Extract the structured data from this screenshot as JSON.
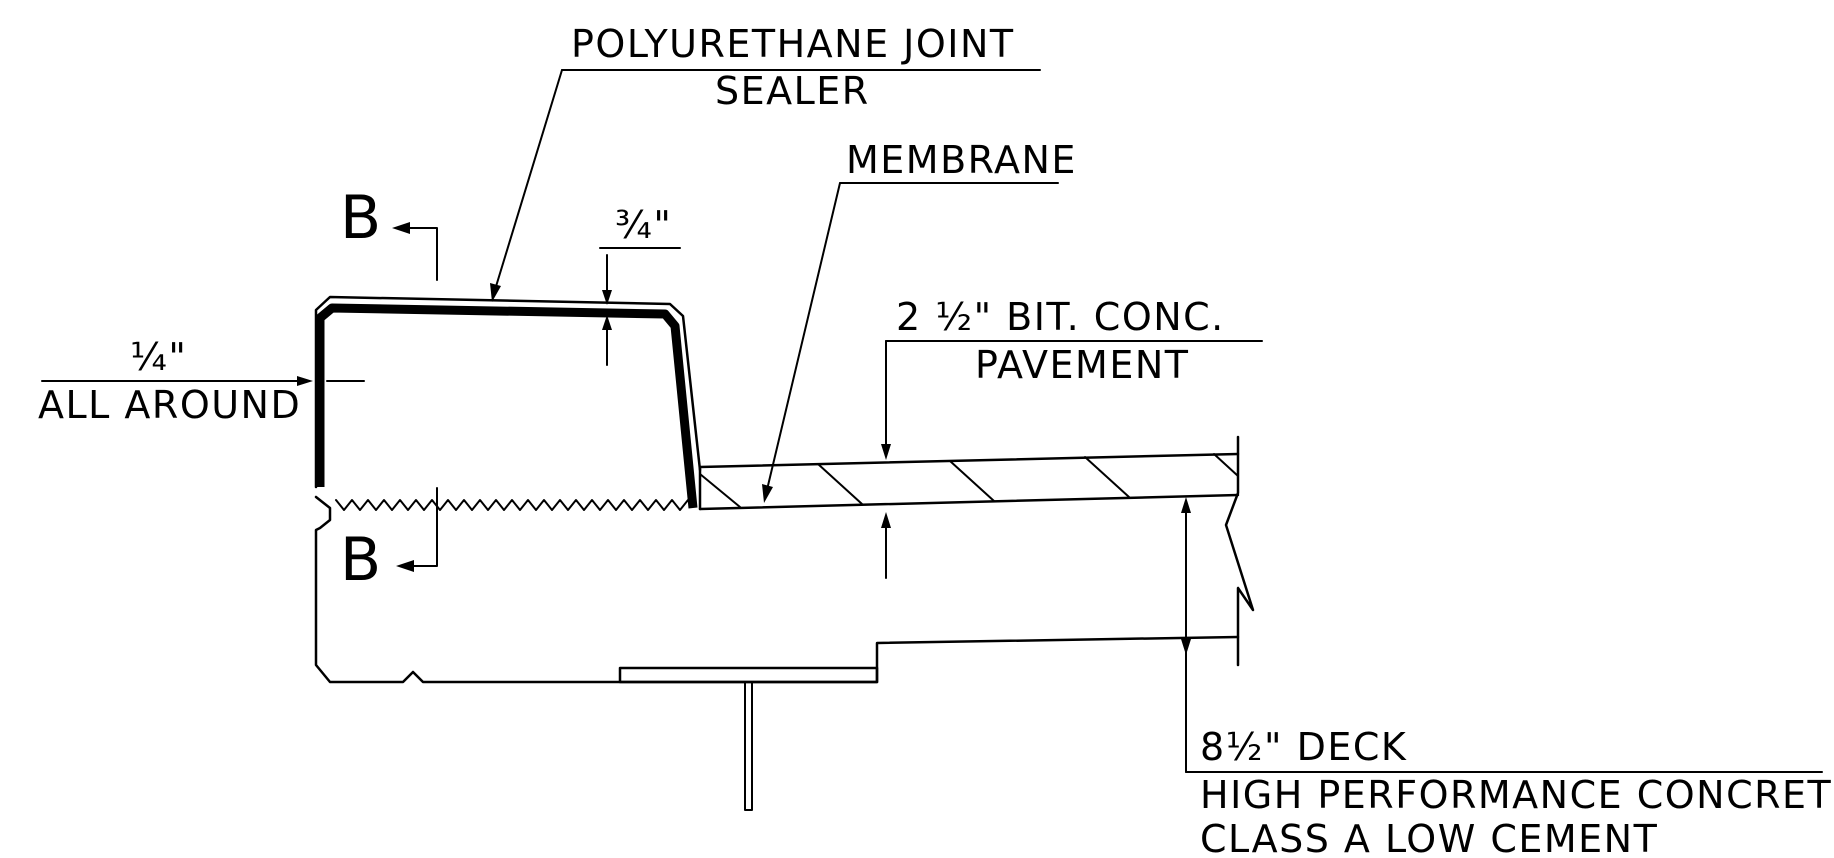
{
  "labels": {
    "sealer_line1": "POLYURETHANE JOINT",
    "sealer_line2": "SEALER",
    "membrane": "MEMBRANE",
    "pavement_line1": "2 ½\" BIT. CONC.",
    "pavement_line2": "PAVEMENT",
    "deck_line1": "8½\" DECK",
    "deck_line2": "HIGH PERFORMANCE CONCRETE,",
    "deck_line3": "CLASS A LOW CEMENT",
    "all_around_dim": "¼\"",
    "all_around": "ALL AROUND",
    "thickness_dim": "¾\""
  },
  "section_marks": {
    "top": "B",
    "bottom": "B"
  }
}
